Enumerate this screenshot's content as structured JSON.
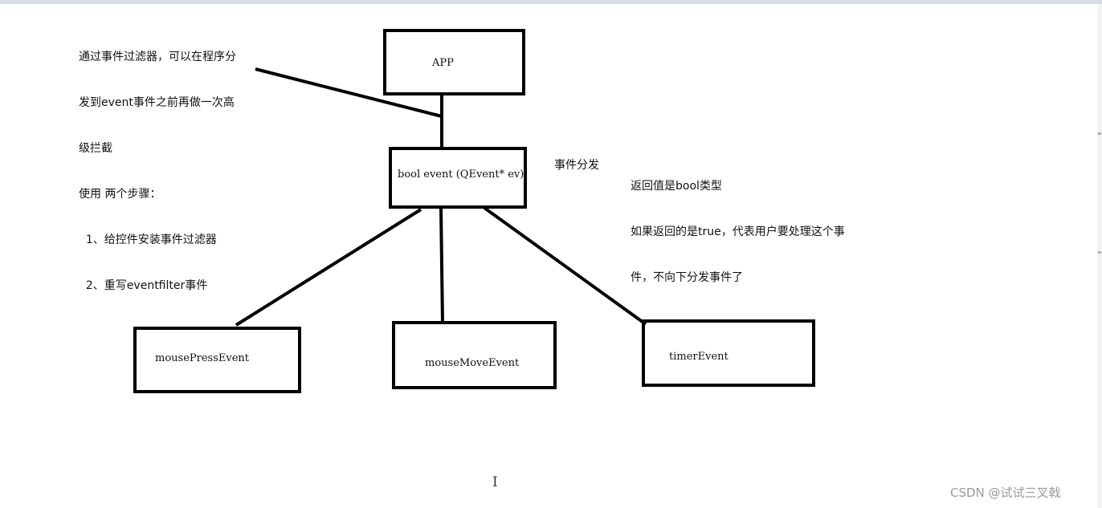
{
  "left_note": {
    "lines": [
      "通过事件过滤器，可以在程序分",
      "发到event事件之前再做一次高",
      "级拦截",
      "使用 两个步骤：",
      "  1、给控件安装事件过滤器",
      "  2、重写eventfilter事件"
    ]
  },
  "boxes": {
    "app": "APP",
    "event": "bool event (QEvent* ev)",
    "mouse_press": "mousePressEvent",
    "mouse_move": "mouseMoveEvent",
    "timer": "timerEvent"
  },
  "dispatch_label": "事件分发",
  "right_note": {
    "lines": [
      "返回值是bool类型",
      "如果返回的是true，代表用户要处理这个事",
      "件，不向下分发事件了"
    ]
  },
  "cursor_glyph": "I",
  "watermark": "CSDN @试试三叉戟"
}
